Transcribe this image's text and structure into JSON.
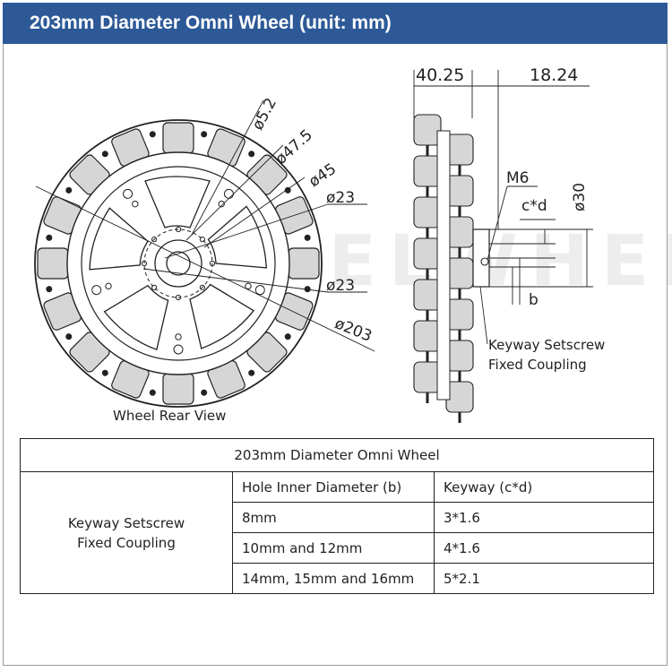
{
  "header": {
    "title": "203mm Diameter Omni Wheel (unit: mm)"
  },
  "watermark": "WHEELWHEE",
  "rear_view": {
    "caption": "Wheel Rear View",
    "dims": [
      "ø5.2",
      "ø47.5",
      "ø45",
      "ø23",
      "ø23",
      "ø203"
    ]
  },
  "side_view": {
    "width_left": "40.25",
    "width_right": "18.24",
    "screw": "M6",
    "keyway": "c*d",
    "bore": "ø30",
    "hole": "b",
    "coupling_label_line1": "Keyway Setscrew",
    "coupling_label_line2": "Fixed Coupling"
  },
  "table": {
    "title": "203mm Diameter Omni Wheel",
    "row_head_line1": "Keyway Setscrew",
    "row_head_line2": "Fixed Coupling",
    "col_hole": "Hole Inner Diameter (b)",
    "col_keyway": "Keyway (c*d)",
    "rows": [
      {
        "hole": "8mm",
        "keyway": "3*1.6"
      },
      {
        "hole": "10mm and 12mm",
        "keyway": "4*1.6"
      },
      {
        "hole": "14mm, 15mm and 16mm",
        "keyway": "5*2.1"
      }
    ]
  },
  "colors": {
    "header_bg": "#2d5997",
    "roller": "#d6d6d6",
    "line": "#222222"
  }
}
